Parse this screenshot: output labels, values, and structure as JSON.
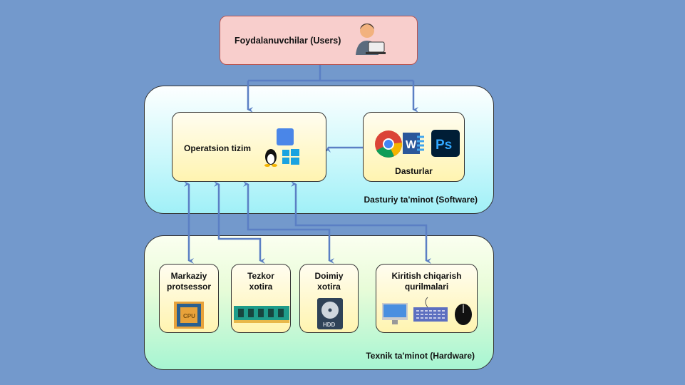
{
  "users": {
    "label": "Foydalanuvchilar (Users)",
    "icon": "user-laptop-icon"
  },
  "software": {
    "label": "Dasturiy ta'minot (Software)",
    "os": {
      "label": "Operatsion tizim",
      "icons": [
        "linux-icon",
        "macos-finder-icon",
        "windows-icon"
      ]
    },
    "programs": {
      "label": "Dasturlar",
      "icons": [
        "chrome-icon",
        "word-icon",
        "photoshop-icon"
      ],
      "ps_text": "Ps",
      "word_text": "W"
    }
  },
  "hardware": {
    "label": "Texnik ta'minot (Hardware)",
    "cpu": {
      "label": "Markaziy protsessor",
      "chip_text": "CPU"
    },
    "ram": {
      "label": "Tezkor xotira"
    },
    "hdd": {
      "label": "Doimiy xotira",
      "disk_text": "HDD"
    },
    "io": {
      "label": "Kiritish chiqarish qurilmalari",
      "icons": [
        "monitor-icon",
        "keyboard-icon",
        "mouse-icon"
      ]
    }
  },
  "colors": {
    "background": "#7399cc",
    "arrow": "#5b7fc4",
    "users_fill": "#f8cecc",
    "box_fill": "#fff4b0"
  }
}
